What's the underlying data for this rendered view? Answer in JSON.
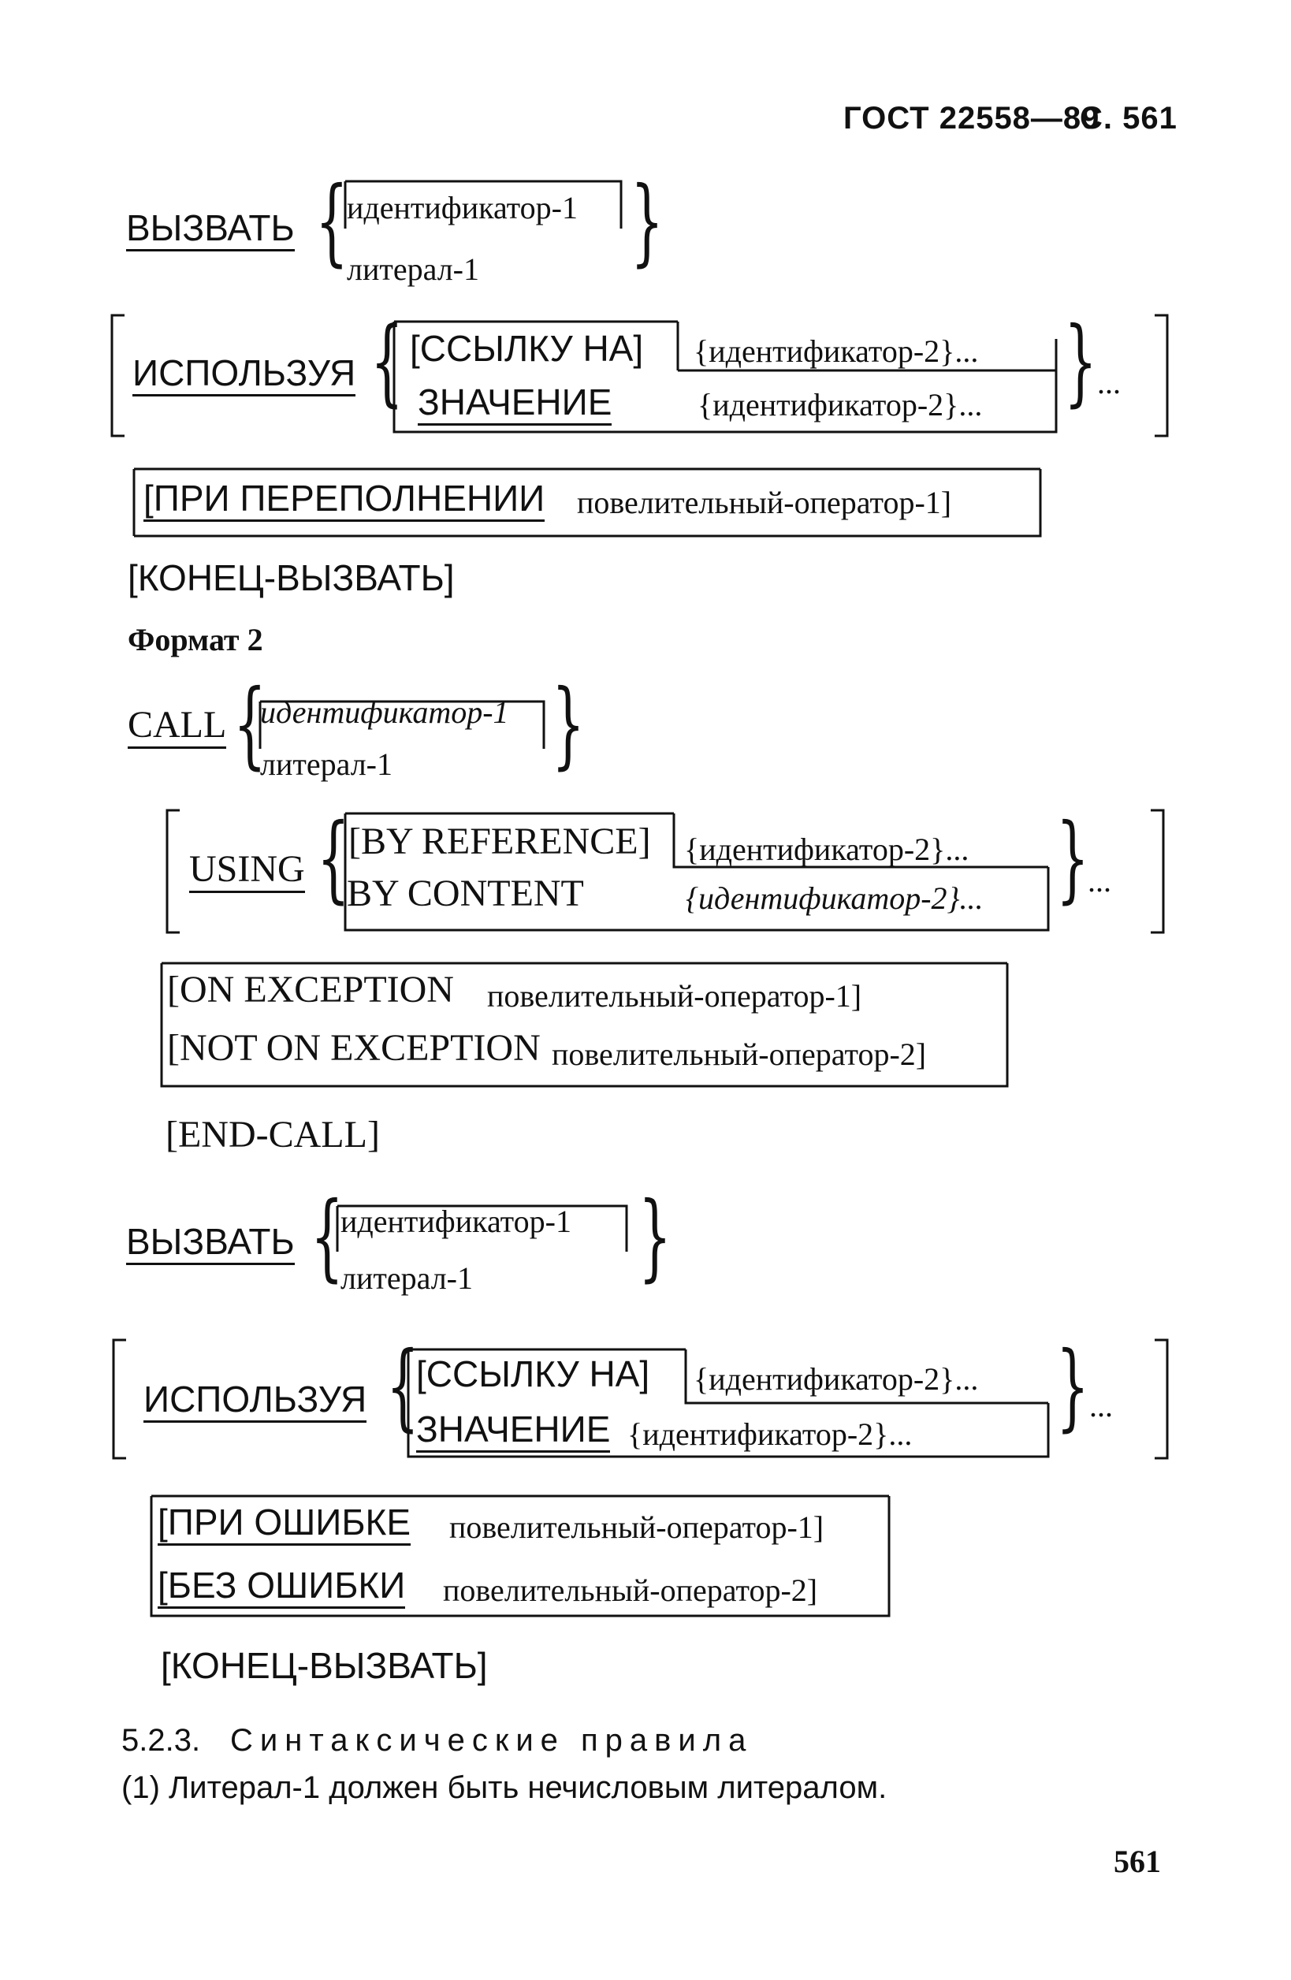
{
  "header": {
    "standard": "ГОСТ 22558—89",
    "page_ref": "С. 561"
  },
  "format1": {
    "call_kw": "ВЫЗВАТЬ",
    "id1": "идентификатор-1",
    "lit1": "литерал-1",
    "using_kw": "ИСПОЛЬЗУЯ",
    "by_ref": "[ССЫЛКУ НА]",
    "by_val": "ЗНАЧЕНИЕ",
    "id2_a": "{идентификатор-2}...",
    "id2_b": "{идентификатор-2}...",
    "repeat": "...",
    "overflow_kw": "[ПРИ ПЕРЕПОЛНЕНИИ",
    "overflow_stmt": "повелительный-оператор-1]",
    "end_call": "[КОНЕЦ-ВЫЗВАТЬ]"
  },
  "format2_title": "Формат 2",
  "format2": {
    "call_kw": "CALL",
    "id1": "идентификатор-1",
    "lit1": "литерал-1",
    "using_kw": "USING",
    "by_ref": "[BY REFERENCE]",
    "by_content": "BY CONTENT",
    "id2_a": "{идентификатор-2}...",
    "id2_b": "{идентификатор-2}...",
    "repeat": "...",
    "on_exc": "[ON EXCEPTION",
    "on_exc_stmt": "повелительный-оператор-1]",
    "not_exc": "[NOT ON EXCEPTION",
    "not_exc_stmt": "повелительный-оператор-2]",
    "end_call": "[END-CALL]"
  },
  "format2_ru": {
    "call_kw": "ВЫЗВАТЬ",
    "id1": "идентификатор-1",
    "lit1": "литерал-1",
    "using_kw": "ИСПОЛЬЗУЯ",
    "by_ref": "[ССЫЛКУ НА]",
    "by_val": "ЗНАЧЕНИЕ",
    "id2_a": "{идентификатор-2}...",
    "id2_b": "{идентификатор-2}...",
    "repeat": "...",
    "err_kw": "[ПРИ ОШИБКЕ",
    "err_stmt": "повелительный-оператор-1]",
    "noerr_kw": "[БЕЗ ОШИБКИ",
    "noerr_stmt": "повелительный-оператор-2]",
    "end_call": "[КОНЕЦ-ВЫЗВАТЬ]"
  },
  "section": {
    "number": "5.2.3.",
    "title": "Синтаксические правила",
    "rule1": "(1) Литерал-1 должен быть нечисловым литералом."
  },
  "footer": {
    "page_number": "561"
  }
}
